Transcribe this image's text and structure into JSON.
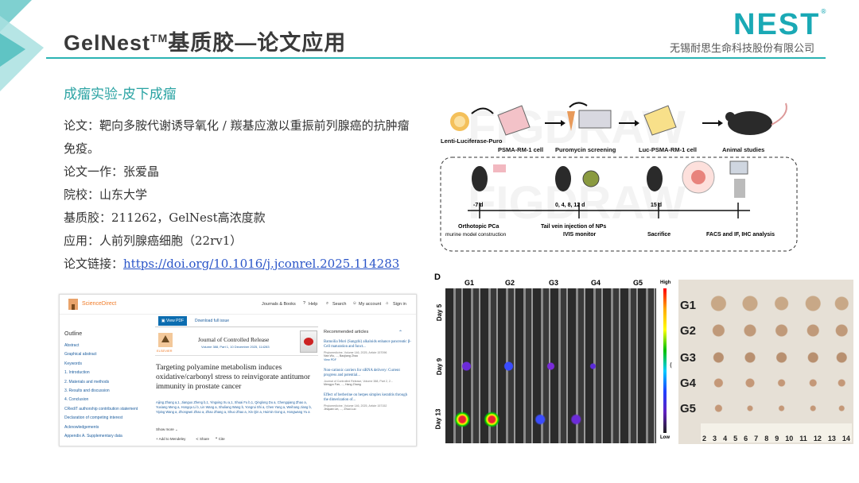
{
  "header": {
    "title": "GelNest",
    "title_tm": "TM",
    "title_rest": "基质胶—论文应用",
    "logo_text": "NEST",
    "logo_reg": "®",
    "company": "无锡耐思生命科技股份有限公司"
  },
  "section": {
    "title": "成瘤实验-皮下成瘤"
  },
  "info": {
    "paper": "论文：靶向多胺代谢诱导氧化 / 羰基应激以重振前列腺癌的抗肿瘤免疫。",
    "author": "论文一作：张爱晶",
    "school": "院校：山东大学",
    "matrix": "基质胶：211262，GelNest高浓度款",
    "application": "应用：人前列腺癌细胞（22rv1）",
    "link_label": "论文链接：",
    "link_url": "https://doi.org/10.1016/j.jconrel.2025.114283"
  },
  "sciencedirect": {
    "brand": "ScienceDirect",
    "nav_journals": "Journals & Books",
    "nav_help": "Help",
    "nav_search": "Search",
    "nav_account": "My account",
    "nav_signin": "Sign in",
    "view_pdf": "View PDF",
    "download": "Download full issue",
    "outline_title": "Outline",
    "outline": [
      "Abstract",
      "Graphical abstract",
      "Keywords",
      "1. Introduction",
      "2. Materials and methods",
      "3. Results and discussion",
      "4. Conclusion",
      "CRediT authorship contribution statement",
      "Declaration of competing interest",
      "Acknowledgements",
      "Appendix A. Supplementary data"
    ],
    "journal": "Journal of Controlled Release",
    "journal_sub": "Volume 388, Part 1, 10 December 2025, 114283",
    "publisher": "ELSEVIER",
    "article_title": "Targeting polyamine metabolism induces oxidative/carbonyl stress to reinvigorate antitumor immunity in prostate cancer",
    "authors": "Aijing Zhang a,1, Jianguo Zheng b,1, Yingxing Xu a,1, Shuai Fu b,1, Qinglong Du a, Chengqiang Zhao a, Yuxiang Meng a, Hongqu Li b, Lin Wang a, Shuliang Wang b, Yongrui Shi a, Chen Yang a, Weihang Jiang b, Yiping Wang a, Zhongwei Zhao a, Zhao Zhang a, Shuo Zhao a, Xin Qin a, Huimin Gong a, Hongwang Yu a",
    "show_more": "Show more",
    "add_mendeley": "Add to Mendeley",
    "share": "Share",
    "cite": "Cite",
    "rec_title": "Recommended articles",
    "rec": [
      {
        "t": "Bamoilia Mori (Sangzhi) alkaloids enhance pancreatic β-Cell maturation and funct...",
        "m": "Phytomedicine, Volume 146, 2025, Article 157096",
        "a": "Nan Wu, ..., Baojiang Zhao"
      },
      {
        "t": "Non-cationic carriers for siRNA delivery: Current progress and potential...",
        "m": "Journal of Controlled Release, Volume 388, Part 2, 2...",
        "a": "Mengyu Fan, ..., Hang Zhang"
      },
      {
        "t": "Effect of berberine on herpes simplex keratitis through the dimerization of...",
        "m": "Phytomedicine, Volume 146, 2025, Article 157152",
        "a": "Jinquan Lin, ..., Zhuo Luo"
      }
    ]
  },
  "scheme": {
    "step1": "Lenti-Luciferase-Puro",
    "step2": "PSMA-RM-1 cell",
    "step3": "Puromycin screening",
    "step4": "Luc-PSMA-RM-1 cell",
    "step5": "Animal studies",
    "t1": "-7 d",
    "t2": "0, 4, 8, 12 d",
    "t3": "15 d",
    "l1a": "Orthotopic PCa",
    "l1b": "murine model construction",
    "l2a": "Tail vein injection of NPs",
    "l2b": "IVIS monitor",
    "l3": "Sacrifice",
    "l4": "FACS and IF, IHC analysis",
    "watermark": "FIGDRAW"
  },
  "ivis": {
    "panel": "D",
    "groups": [
      "G1",
      "G2",
      "G3",
      "G4",
      "G5"
    ],
    "days": [
      "Day 5",
      "Day 9",
      "Day 13"
    ],
    "high": "High",
    "low": "Low",
    "scale_char": "("
  },
  "tumors": {
    "groups": [
      "G1",
      "G2",
      "G3",
      "G4",
      "G5"
    ],
    "ruler": [
      "2",
      "3",
      "4",
      "5",
      "6",
      "7",
      "8",
      "9",
      "10",
      "11",
      "12",
      "13",
      "14"
    ]
  },
  "colors": {
    "accent": "#2ab3b3",
    "link": "#2a55c8"
  }
}
